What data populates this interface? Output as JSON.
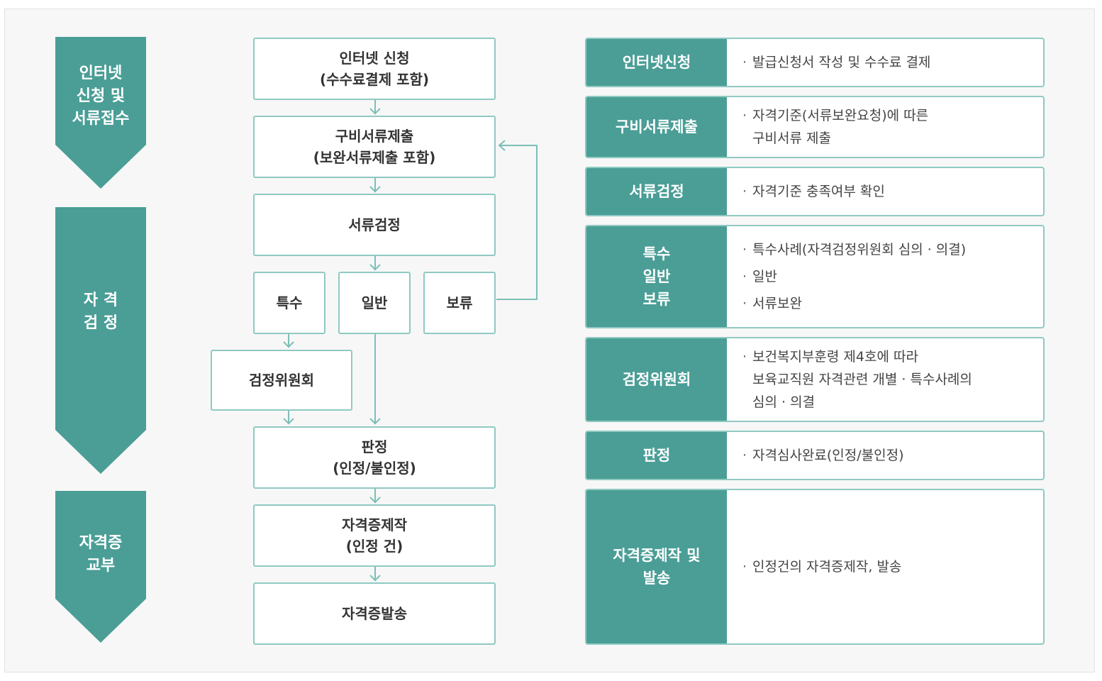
{
  "stages": [
    {
      "label": "인터넷\n신청 및\n서류접수"
    },
    {
      "label": "자 격\n검 정"
    },
    {
      "label": "자격증\n교부"
    }
  ],
  "flow": {
    "internet_apply": "인터넷 신청\n(수수료결제 포함)",
    "submit_docs": "구비서류제출\n(보완서류제출 포함)",
    "doc_review": "서류검정",
    "special": "특수",
    "general": "일반",
    "hold": "보류",
    "committee": "검정위원회",
    "decision": "판정\n(인정/불인정)",
    "cert_make": "자격증제작\n(인정 건)",
    "cert_issue": "자격증발송"
  },
  "rows": [
    {
      "head": "인터넷신청",
      "lines": [
        "발급신청서 작성 및 수수료 결제"
      ]
    },
    {
      "head": "구비서류제출",
      "lines": [
        "자격기준(서류보완요청)에 따른\n구비서류 제출"
      ]
    },
    {
      "head": "서류검정",
      "lines": [
        "자격기준 충족여부 확인"
      ]
    },
    {
      "head": "특수\n일반\n보류",
      "lines": [
        "특수사례(자격검정위원회 심의 · 의결)",
        "일반",
        "서류보완"
      ]
    },
    {
      "head": "검정위원회",
      "lines": [
        "보건복지부훈령 제4호에 따라\n보육교직원 자격관련 개별 · 특수사례의\n심의 · 의결"
      ]
    },
    {
      "head": "판정",
      "lines": [
        "자격심사완료(인정/불인정)"
      ]
    },
    {
      "head": "자격증제작 및\n발송",
      "lines": [
        "인정건의 자격증제작, 발송"
      ]
    }
  ],
  "colors": {
    "teal": "#4a9e96",
    "border": "#8fc9c2"
  }
}
